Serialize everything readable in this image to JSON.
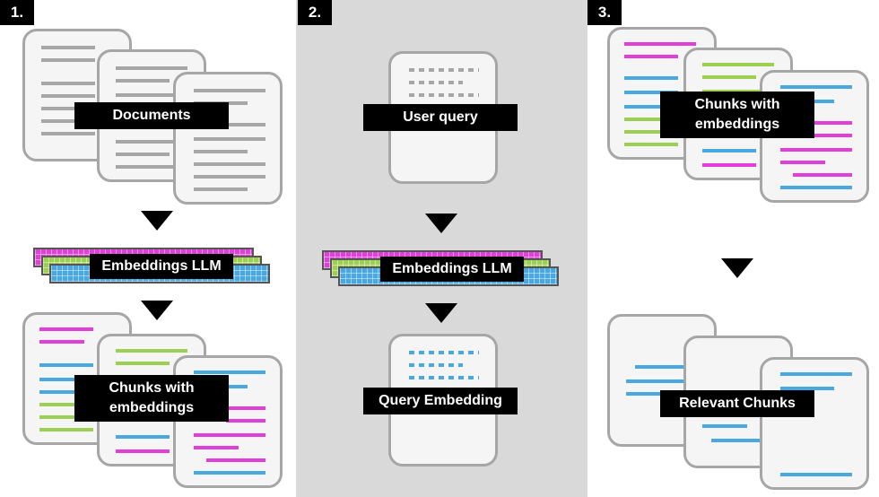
{
  "colors": {
    "panel_bg_middle": "#d9d9d9",
    "doc_gray": "#a6a6a6",
    "pink": "#e040d8",
    "green": "#9ccf52",
    "blue": "#4aa8e0"
  },
  "steps": [
    "1.",
    "2.",
    "3."
  ],
  "panel1": {
    "documents_label": "Documents",
    "embeddings_label": "Embeddings LLM",
    "chunks_label_line1": "Chunks with",
    "chunks_label_line2": "embeddings"
  },
  "panel2": {
    "query_label": "User query",
    "embeddings_label": "Embeddings LLM",
    "query_embedding_label": "Query Embedding"
  },
  "panel3": {
    "chunks_label_line1": "Chunks with",
    "chunks_label_line2": "embeddings",
    "relevant_label": "Relevant Chunks"
  }
}
